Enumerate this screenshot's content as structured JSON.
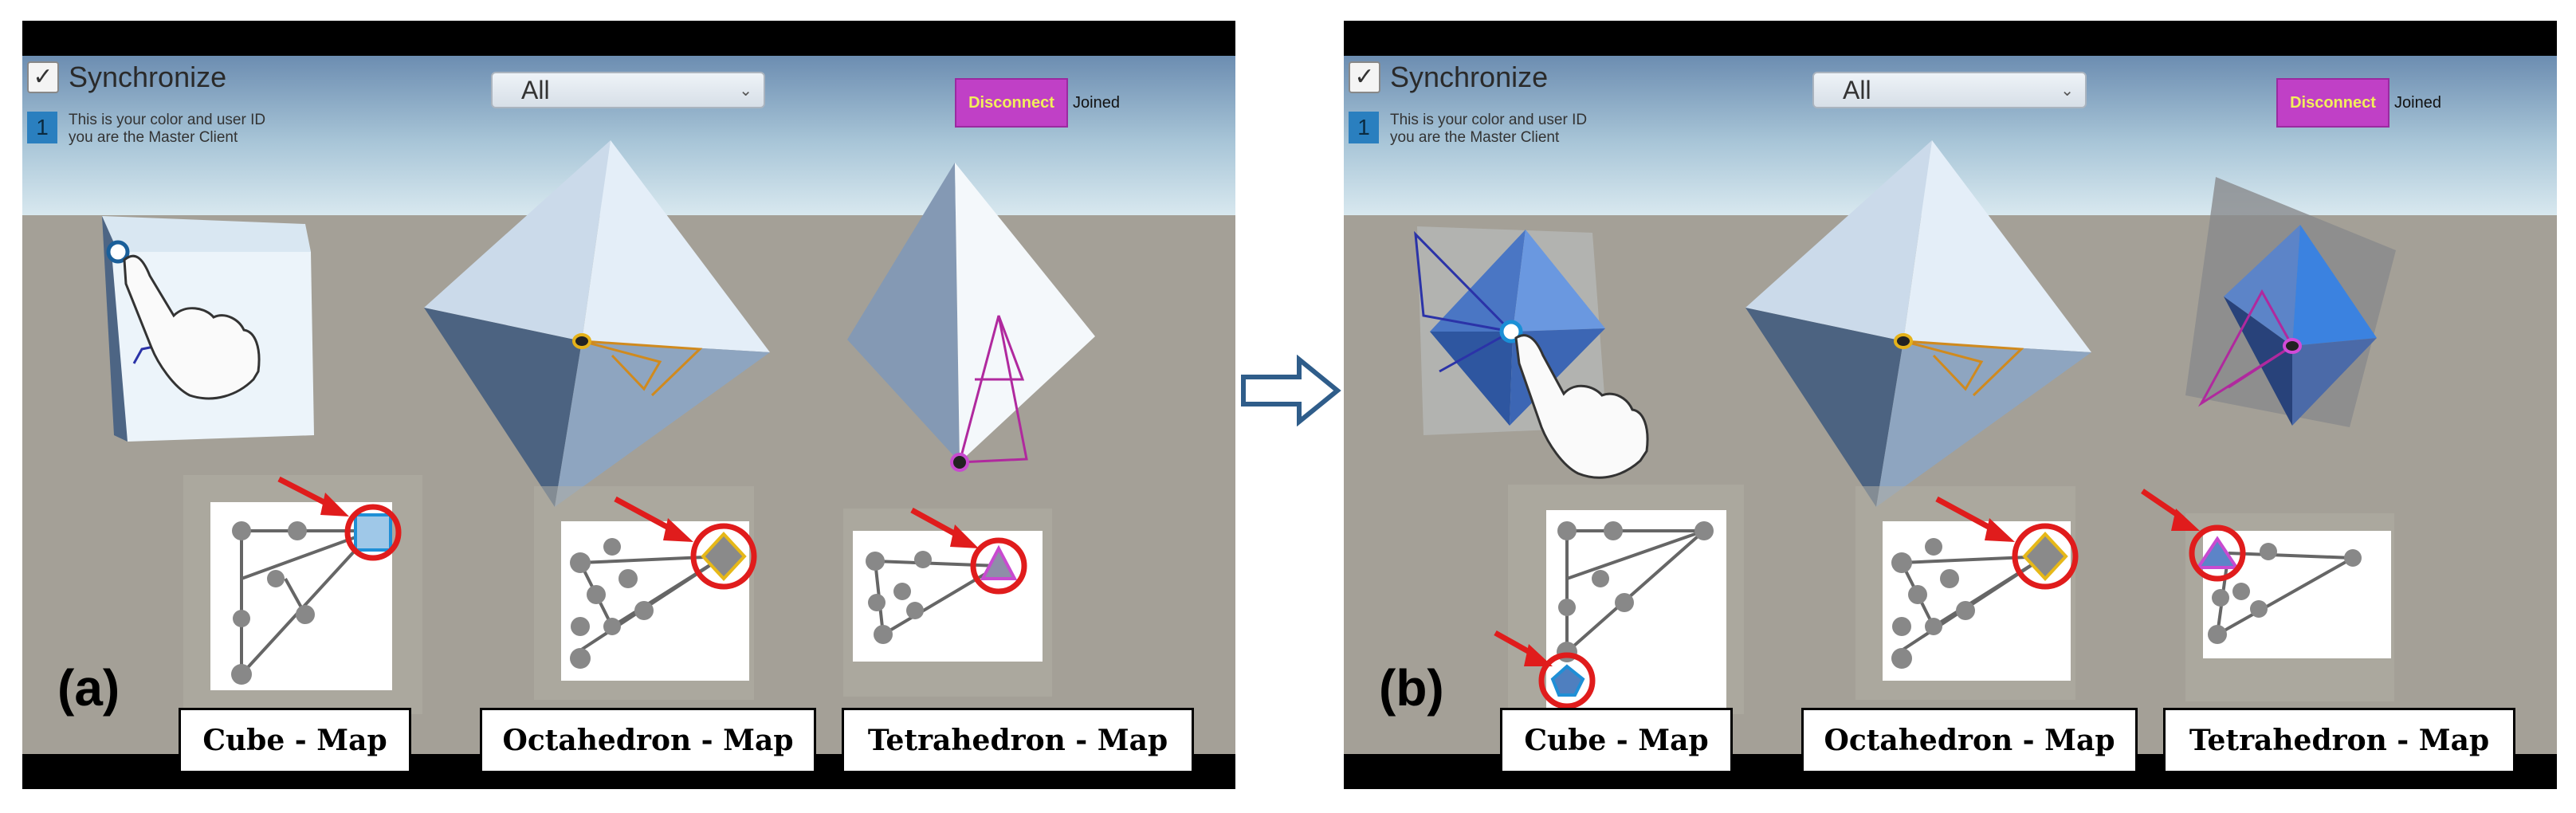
{
  "panels": [
    {
      "tag": "(a)",
      "sync_label": "Synchronize",
      "sync_checked": "✓",
      "user_id": "1",
      "info_line1": "This is your color and user ID",
      "info_line2": "you are the Master Client",
      "filter_value": "All",
      "disconnect_label": "Disconnect",
      "status": "Joined",
      "captions": [
        "Cube - Map",
        "Octahedron - Map",
        "Tetrahedron - Map"
      ]
    },
    {
      "tag": "(b)",
      "sync_label": "Synchronize",
      "sync_checked": "✓",
      "user_id": "1",
      "info_line1": "This is your color and user ID",
      "info_line2": "you are the Master Client",
      "filter_value": "All",
      "disconnect_label": "Disconnect",
      "status": "Joined",
      "captions": [
        "Cube - Map",
        "Octahedron - Map",
        "Tetrahedron - Map"
      ]
    }
  ],
  "icons": {
    "checkbox": "check-icon",
    "dropdown": "chevron-down-icon",
    "transition": "right-arrow-icon",
    "pointer": "hand-pointer-icon",
    "highlight": "red-arrow-icon"
  },
  "colors": {
    "sky_top": "#6d8fb3",
    "sky_horizon": "#cfe3ee",
    "ground": "#a5a199",
    "disconnect_bg": "#c040c6",
    "disconnect_text": "#f2ef5a",
    "user_id_bg": "#2a7fbf",
    "highlight_ring": "#e01c1c",
    "cube_line": "#2b33a8",
    "octa_line": "#d08a1e",
    "tetra_line": "#b0299e"
  }
}
